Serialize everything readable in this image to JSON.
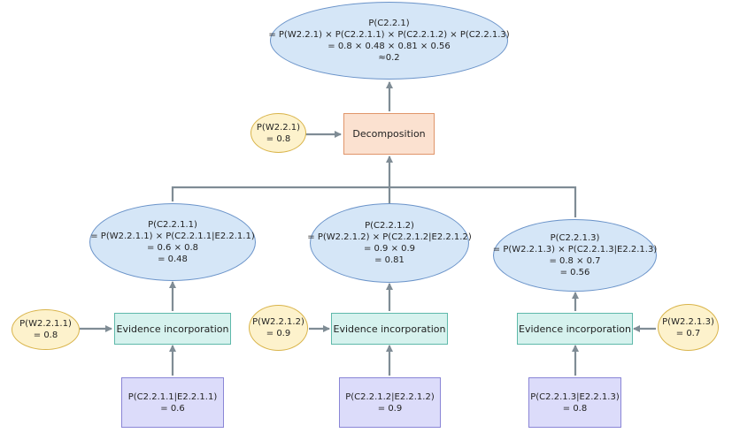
{
  "colors": {
    "blue_fill": "#d5e6f7",
    "blue_stroke": "#6a93c9",
    "yellow_fill": "#fdf2cc",
    "yellow_stroke": "#d9b44a",
    "orange_fill": "#fbe1d0",
    "orange_stroke": "#e0956a",
    "teal_fill": "#d6f2ee",
    "teal_stroke": "#5fb9aa",
    "purple_fill": "#dcdcfa",
    "purple_stroke": "#8a85d6",
    "arrow": "#7f8c95"
  },
  "top": {
    "lines": [
      "P(C2.2.1)",
      "= P(W2.2.1) × P(C2.2.1.1) × P(C2.2.1.2) × P(C2.2.1.3)",
      "= 0.8 × 0.48 × 0.81 × 0.56",
      "≈0.2"
    ]
  },
  "weight_top": {
    "lines": [
      "P(W2.2.1)",
      "= 0.8"
    ]
  },
  "decomposition": {
    "label": "Decomposition"
  },
  "children": [
    {
      "result": [
        "P(C2.2.1.1)",
        "= P(W2.2.1.1) × P(C2.2.1.1|E2.2.1.1)",
        "= 0.6 × 0.8",
        "= 0.48"
      ],
      "weight": [
        "P(W2.2.1.1)",
        "= 0.8"
      ],
      "evidence_label": "Evidence incorporation",
      "conditional": [
        "P(C2.2.1.1|E2.2.1.1)",
        "= 0.6"
      ]
    },
    {
      "result": [
        "P(C2.2.1.2)",
        "= P(W2.2.1.2) × P(C2.2.1.2|E2.2.1.2)",
        "= 0.9 × 0.9",
        "= 0.81"
      ],
      "weight": [
        "P(W2.2.1.2)",
        "= 0.9"
      ],
      "evidence_label": "Evidence incorporation",
      "conditional": [
        "P(C2.2.1.2|E2.2.1.2)",
        "= 0.9"
      ]
    },
    {
      "result": [
        "P(C2.2.1.3)",
        "= P(W2.2.1.3) × P(C2.2.1.3|E2.2.1.3)",
        "= 0.8 × 0.7",
        "= 0.56"
      ],
      "weight": [
        "P(W2.2.1.3)",
        "= 0.7"
      ],
      "evidence_label": "Evidence incorporation",
      "conditional": [
        "P(C2.2.1.3|E2.2.1.3)",
        "= 0.8"
      ]
    }
  ]
}
